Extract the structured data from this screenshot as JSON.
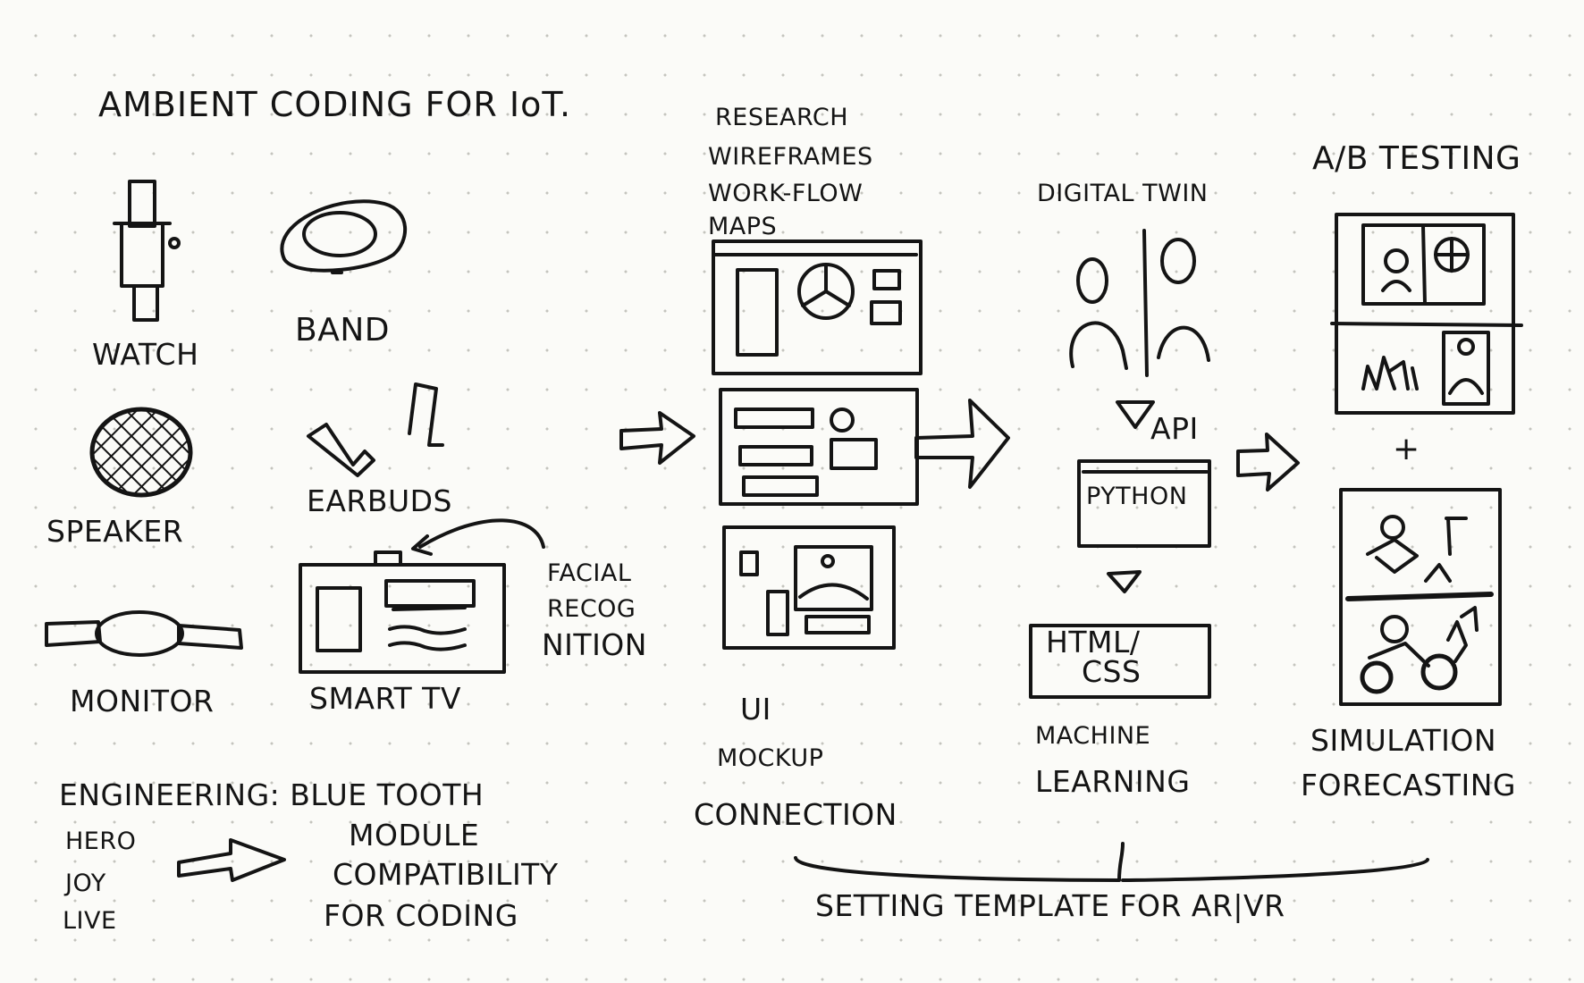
{
  "title": "AMBIENT CODING FOR IoT.",
  "devices": {
    "watch": "WATCH",
    "band": "BAND",
    "speaker": "SPEAKER",
    "earbuds": "EARBUDS",
    "monitor": "MONITOR",
    "smart_tv": "SMART TV"
  },
  "facial_recognition": [
    "FACIAL",
    "RECOG",
    "NITION"
  ],
  "engineering": {
    "heading": "ENGINEERING: BLUE TOOTH",
    "left": [
      "HERO",
      "JOY",
      "LIVE"
    ],
    "right": [
      "MODULE",
      "COMPATIBILITY",
      "FOR CODING"
    ]
  },
  "research": {
    "lines": [
      "RESEARCH",
      "WIREFRAMES",
      "WORK-FLOW",
      "MAPS"
    ],
    "ui_mockup": [
      "UI",
      "MOCKUP"
    ],
    "connection": "CONNECTION"
  },
  "machine_learning": {
    "digital_twin": "DIGITAL TWIN",
    "api": "API",
    "python": "PYTHON",
    "html_css": [
      "HTML/",
      "CSS"
    ],
    "label": [
      "MACHINE",
      "LEARNING"
    ]
  },
  "simulation": {
    "ab_testing": "A/B TESTING",
    "plus": "+",
    "label": [
      "SIMULATION",
      "FORECASTING"
    ]
  },
  "footer": "SETTING TEMPLATE FOR AR|VR",
  "colors": {
    "ink": "#141414",
    "paper": "#fbfbf8",
    "dots": "#c4c4be"
  }
}
